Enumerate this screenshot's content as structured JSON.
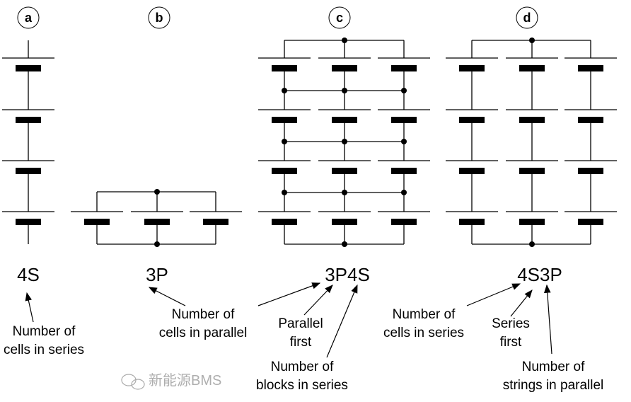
{
  "panels": [
    {
      "id": "a",
      "config": "4S",
      "type": "series",
      "cells_in_series": 4,
      "strings_in_parallel": 1
    },
    {
      "id": "b",
      "config": "3P",
      "type": "parallel",
      "cells_in_series": 1,
      "strings_in_parallel": 3
    },
    {
      "id": "c",
      "config": "3P4S",
      "type": "parallel-first",
      "cells_in_series": 4,
      "strings_in_parallel": 3
    },
    {
      "id": "d",
      "config": "4S3P",
      "type": "series-first",
      "cells_in_series": 4,
      "strings_in_parallel": 3
    }
  ],
  "annotations": {
    "a_series": [
      "Number of",
      "cells in series"
    ],
    "b_parallel": [
      "Number of",
      "cells in parallel"
    ],
    "c_parallel_first": [
      "Parallel",
      "first"
    ],
    "c_blocks": [
      "Number of",
      "blocks in series"
    ],
    "d_series": [
      "Number of",
      "cells in series"
    ],
    "d_series_first": [
      "Series",
      "first"
    ],
    "d_strings": [
      "Number of",
      "strings in parallel"
    ]
  },
  "watermark": "新能源BMS"
}
